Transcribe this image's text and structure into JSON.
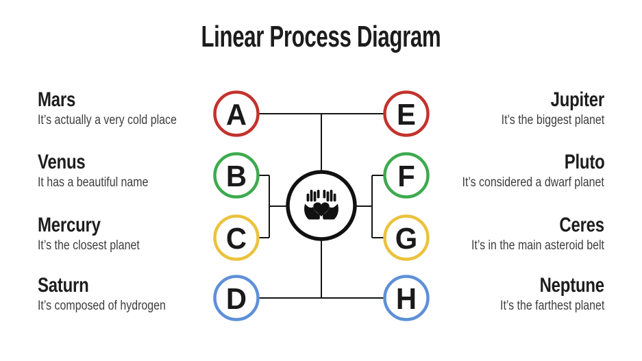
{
  "title": "Linear Process Diagram",
  "palette": {
    "red": "#c3322c",
    "green": "#3daa4e",
    "yellow": "#ebc23c",
    "blue": "#5e90d8",
    "line": "#141414",
    "center_ring": "#111111"
  },
  "center": {
    "icon": "hands-holding-heart"
  },
  "left_items": [
    {
      "letter": "A",
      "color": "red",
      "name": "Mars",
      "description": "It’s actually a very cold place"
    },
    {
      "letter": "B",
      "color": "green",
      "name": "Venus",
      "description": "It has a beautiful name"
    },
    {
      "letter": "C",
      "color": "yellow",
      "name": "Mercury",
      "description": "It’s the closest planet"
    },
    {
      "letter": "D",
      "color": "blue",
      "name": "Saturn",
      "description": "It’s composed of hydrogen"
    }
  ],
  "right_items": [
    {
      "letter": "E",
      "color": "red",
      "name": "Jupiter",
      "description": "It’s the biggest planet"
    },
    {
      "letter": "F",
      "color": "green",
      "name": "Pluto",
      "description": "It’s considered a dwarf planet"
    },
    {
      "letter": "G",
      "color": "yellow",
      "name": "Ceres",
      "description": "It’s in the main asteroid belt"
    },
    {
      "letter": "H",
      "color": "blue",
      "name": "Neptune",
      "description": "It’s the farthest planet"
    }
  ]
}
